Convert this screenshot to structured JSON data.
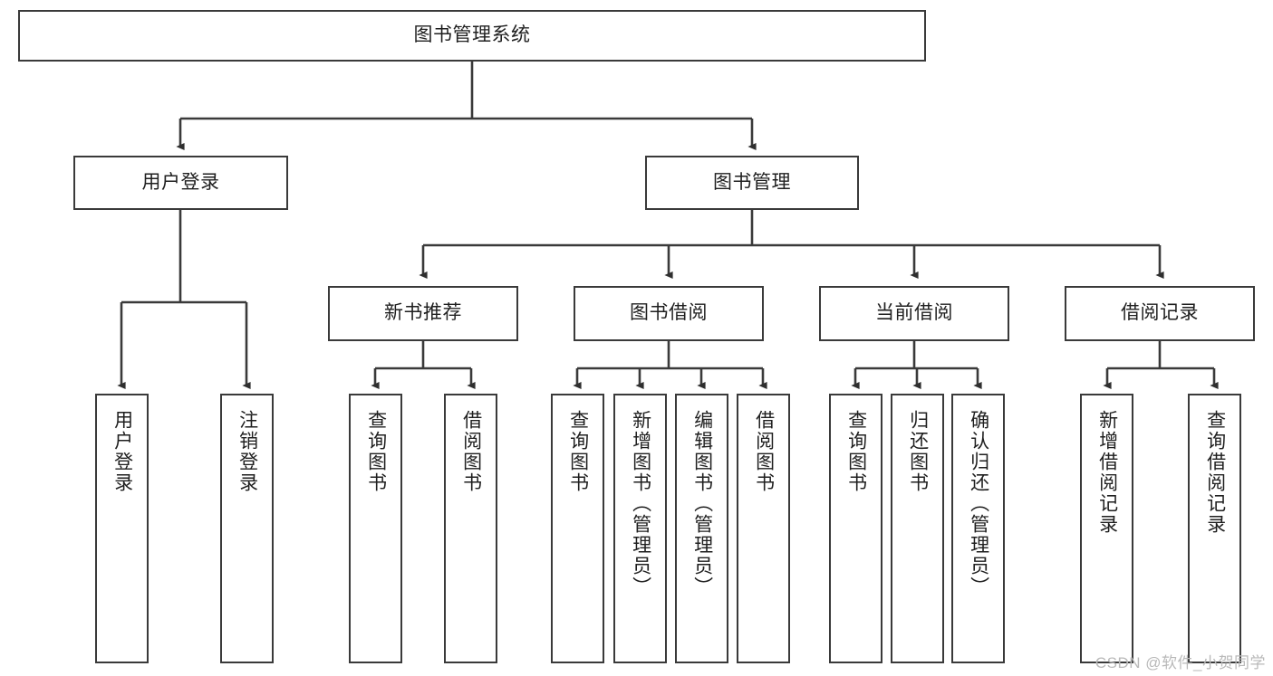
{
  "diagram": {
    "title": "图书管理系统",
    "type": "tree-hierarchy-diagram",
    "root": {
      "id": "root",
      "label": "图书管理系统"
    },
    "level1": [
      {
        "id": "user-login",
        "label": "用户登录"
      },
      {
        "id": "book-management",
        "label": "图书管理"
      }
    ],
    "level2": [
      {
        "id": "new-book-recommend",
        "label": "新书推荐",
        "parent": "book-management"
      },
      {
        "id": "book-borrow",
        "label": "图书借阅",
        "parent": "book-management"
      },
      {
        "id": "current-borrow",
        "label": "当前借阅",
        "parent": "book-management"
      },
      {
        "id": "borrow-record",
        "label": "借阅记录",
        "parent": "book-management"
      }
    ],
    "leaves": {
      "user_login": [
        {
          "id": "leaf-user-login",
          "label": "用户登录"
        },
        {
          "id": "leaf-logout-login",
          "label": "注销登录"
        }
      ],
      "new_book_recommend": [
        {
          "id": "leaf-query-book-1",
          "label": "查询图书"
        },
        {
          "id": "leaf-borrow-book-1",
          "label": "借阅图书"
        }
      ],
      "book_borrow": [
        {
          "id": "leaf-query-book-2",
          "label": "查询图书"
        },
        {
          "id": "leaf-add-book",
          "label": "新增图书（管理员）"
        },
        {
          "id": "leaf-edit-book",
          "label": "编辑图书（管理员）"
        },
        {
          "id": "leaf-borrow-book-2",
          "label": "借阅图书"
        }
      ],
      "current_borrow": [
        {
          "id": "leaf-query-book-3",
          "label": "查询图书"
        },
        {
          "id": "leaf-return-book",
          "label": "归还图书"
        },
        {
          "id": "leaf-confirm-return",
          "label": "确认归还（管理员）"
        }
      ],
      "borrow_record": [
        {
          "id": "leaf-add-record",
          "label": "新增借阅记录"
        },
        {
          "id": "leaf-query-record",
          "label": "查询借阅记录"
        }
      ]
    },
    "colors": {
      "stroke": "#3a3a3a",
      "fill": "#ffffff",
      "text": "#1f1f1f",
      "watermark": "#b9b9b9"
    }
  },
  "watermark": {
    "text": "CSDN @软件_小贺同学"
  }
}
